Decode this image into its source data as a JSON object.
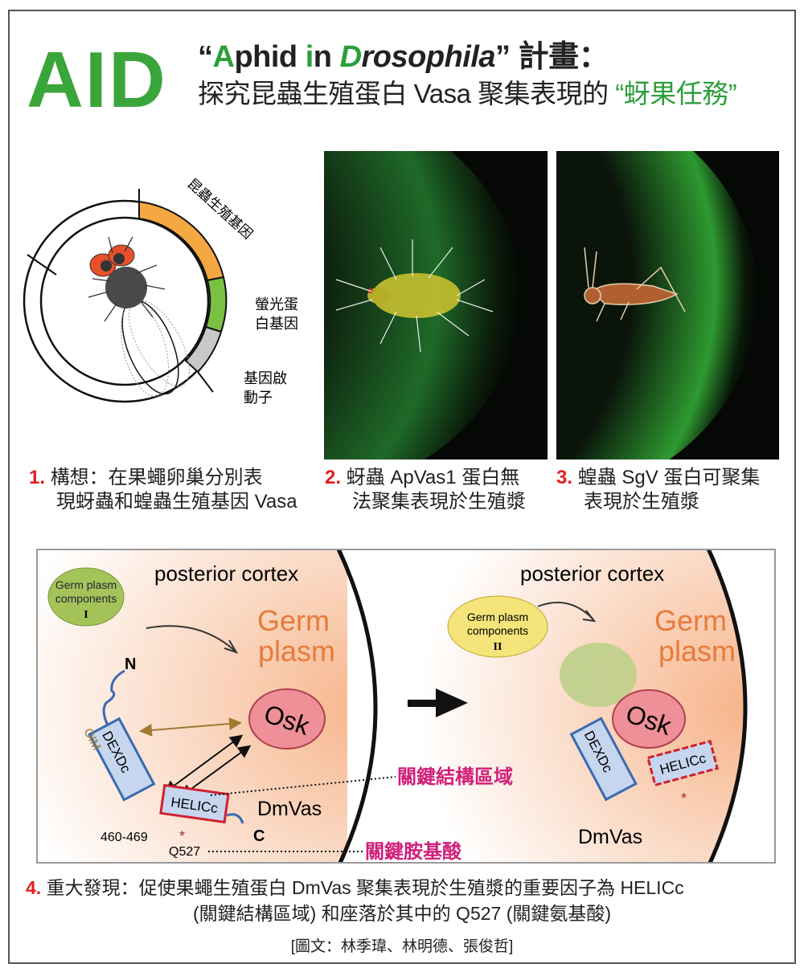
{
  "header": {
    "logo": "AID",
    "title_quote_open": "“",
    "title_A": "A",
    "title_phid": "phid ",
    "title_i": "i",
    "title_n": "n ",
    "title_D": "D",
    "title_rosophila": "rosophila",
    "title_quote_close": "”",
    "title_suffix": " 計畫：",
    "subtitle_main": "探究昆蟲生殖蛋白 Vasa 聚集表現的 ",
    "subtitle_highlight": "“蚜果任務”",
    "accent_color": "#3aa53a"
  },
  "panel1": {
    "labels": {
      "gene": "昆蟲生殖基因",
      "gfp_line1": "螢光蛋",
      "gfp_line2": "白基因",
      "promoter_line1": "基因啟",
      "promoter_line2": "動子"
    },
    "caption_num": "1.",
    "caption_line1": "構想：在果蠅卵巢分別表",
    "caption_line2": "現蚜蟲和蝗蟲生殖基因 Vasa"
  },
  "panel2": {
    "caption_num": "2.",
    "caption_line1": "蚜蟲 ApVas1 蛋白無",
    "caption_line2": "法聚集表現於生殖漿"
  },
  "panel3": {
    "caption_num": "3.",
    "caption_line1": "蝗蟲 SgV 蛋白可聚集",
    "caption_line2": "表現於生殖漿"
  },
  "panel4": {
    "left": {
      "cortex": "posterior cortex",
      "gp_line1": "Germ plasm",
      "gp_line2": "components",
      "gp_num": "I",
      "germ": "Germ",
      "plasm": "plasm",
      "osk": "Osk",
      "n": "N",
      "c": "C",
      "oim": "OIM",
      "dexdc": "DEXDc",
      "helicc": "HELICc",
      "dmvas": "DmVas",
      "range": "460-469",
      "q527": "Q527",
      "star": "*"
    },
    "right": {
      "cortex": "posterior cortex",
      "gp_line1": "Germ plasm",
      "gp_line2": "components",
      "gp_num": "II",
      "germ": "Germ",
      "plasm": "plasm",
      "osk": "Osk",
      "dexdc": "DEXDc",
      "helicc": "HELICc",
      "dmvas": "DmVas",
      "star": "*"
    },
    "key_domain": "關鍵結構區域",
    "key_residue": "關鍵胺基酸"
  },
  "caption4": {
    "num": "4.",
    "line1": "重大發現：促使果蠅生殖蛋白 DmVas 聚集表現於生殖漿的重要因子為 HELICc",
    "line2": "(關鍵結構區域) 和座落於其中的 Q527 (關鍵氨基酸)"
  },
  "credit": "[圖文：林季瑋、林明德、張俊哲]"
}
